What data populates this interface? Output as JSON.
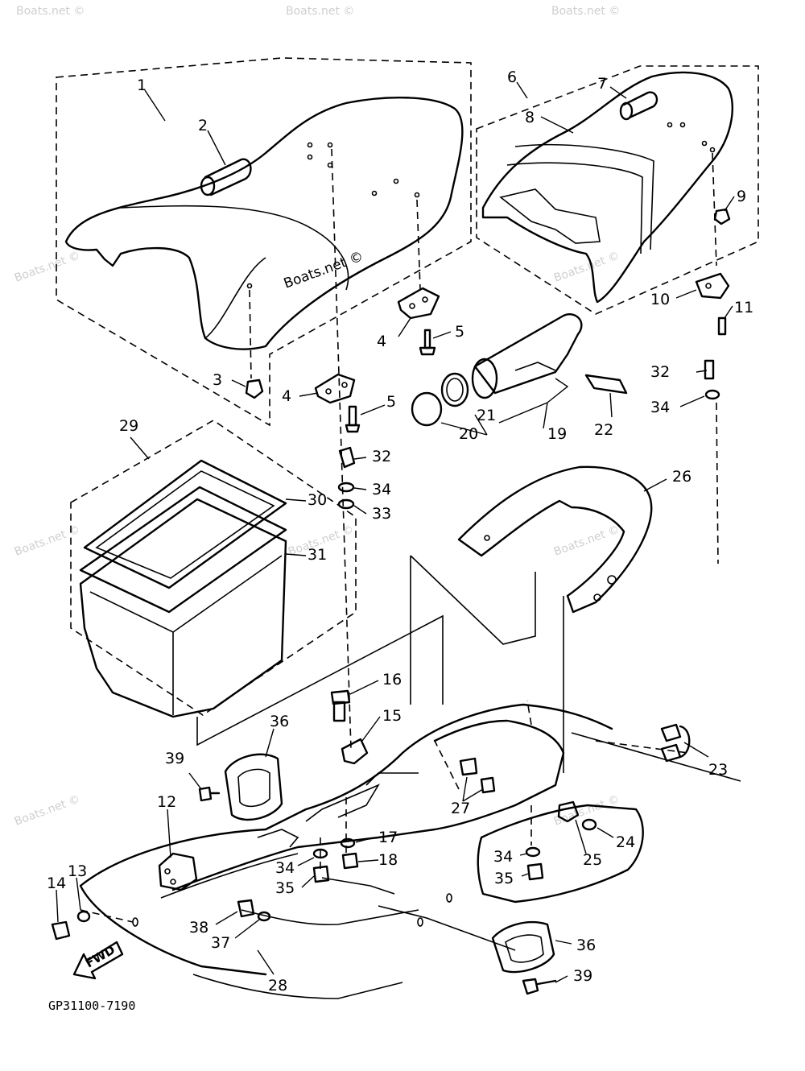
{
  "watermark": {
    "main": "Boats.net ©",
    "faint": "Boats.net ©"
  },
  "diagram_code": "GP31100-7190",
  "fwd_label": "FWD",
  "callouts": [
    "1",
    "2",
    "3",
    "4",
    "5",
    "4",
    "5",
    "6",
    "7",
    "8",
    "9",
    "10",
    "11",
    "32",
    "34",
    "19",
    "20",
    "21",
    "22",
    "29",
    "30",
    "31",
    "32",
    "34",
    "33",
    "26",
    "16",
    "15",
    "36",
    "39",
    "12",
    "13",
    "14",
    "34",
    "35",
    "17",
    "18",
    "27",
    "23",
    "24",
    "25",
    "34",
    "35",
    "38",
    "37",
    "28",
    "36",
    "39"
  ]
}
